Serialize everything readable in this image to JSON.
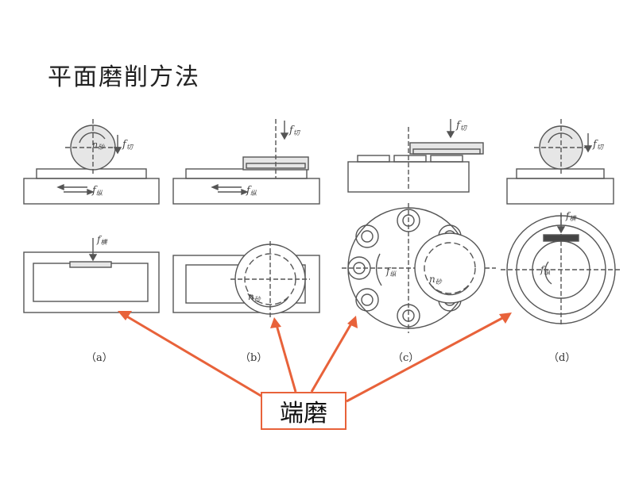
{
  "title": "平面磨削方法",
  "captions": [
    "（a）",
    "（b）",
    "（c）",
    "（d）"
  ],
  "callout": "端磨",
  "labels": {
    "f_qie": "f",
    "f_qie_sub": "切",
    "f_zong": "f",
    "f_zong_sub": "纵",
    "f_heng": "f",
    "f_heng_sub": "横",
    "n_sha": "n",
    "n_sha_sub": "砂"
  },
  "colors": {
    "line": "#555555",
    "hatch": "#777777",
    "arrow": "#e8623a"
  }
}
